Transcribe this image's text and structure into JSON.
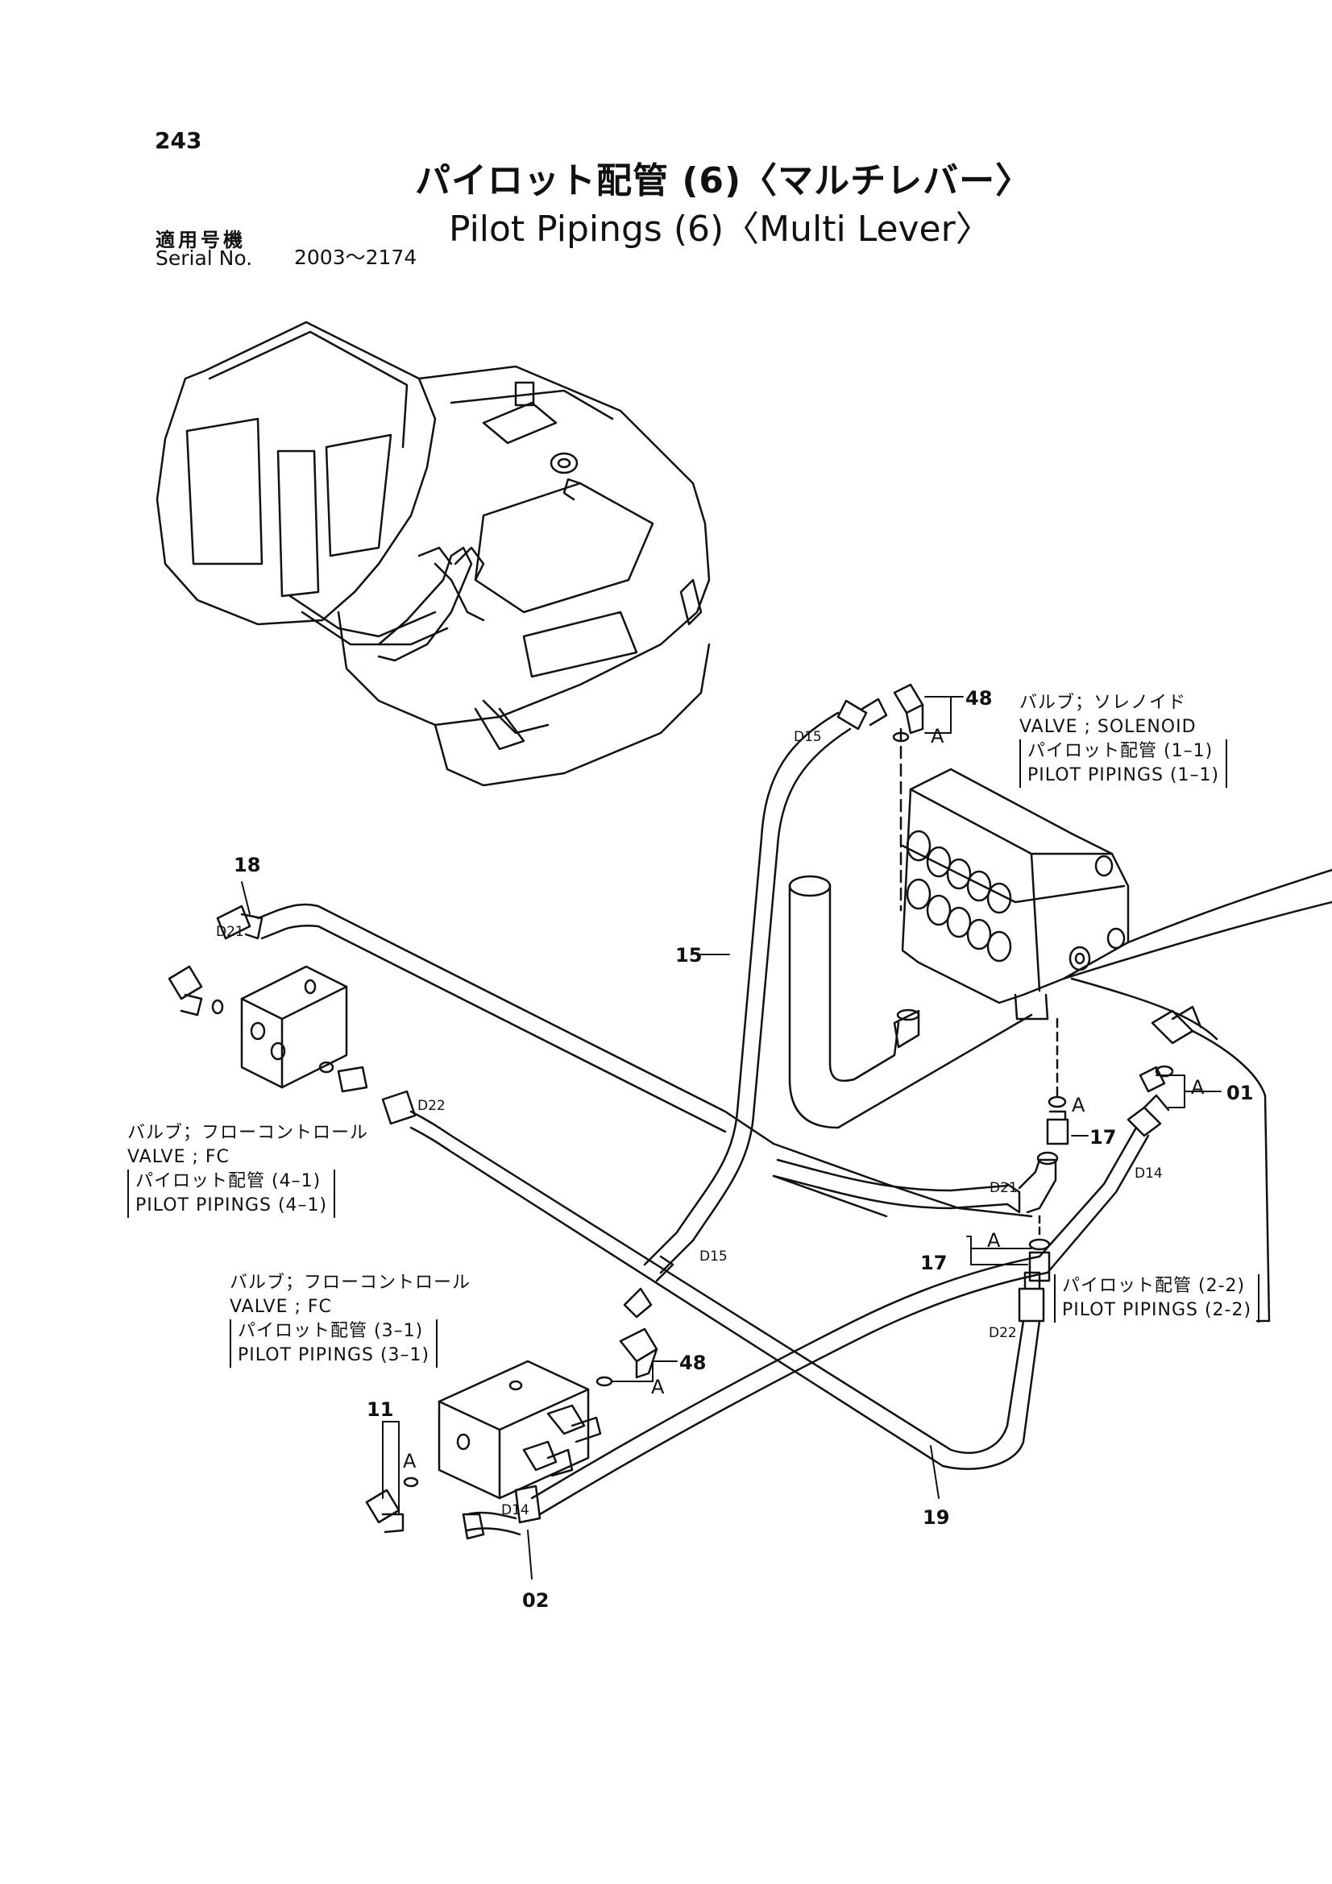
{
  "page": {
    "number": "243",
    "title_jp": "パイロット配管 (6)〈マルチレバー〉",
    "title_en": "Pilot Pipings (6)〈Multi Lever〉",
    "serial_label_jp": "適用号機",
    "serial_label_en": "Serial No.",
    "serial_range": "2003～2174"
  },
  "notes": {
    "solenoid": {
      "jp": "バルブ；ソレノイド",
      "en": "VALVE ; SOLENOID",
      "ref_jp": "パイロット配管 (1–1)",
      "ref_en": "PILOT  PIPINGS (1–1)"
    },
    "fc_upper": {
      "jp": "バルブ；フローコントロール",
      "en": "VALVE ; FC",
      "ref_jp": "パイロット配管 (4–1)",
      "ref_en": "PILOT  PIPINGS (4–1)"
    },
    "fc_lower": {
      "jp": "バルブ；フローコントロール",
      "en": "VALVE ; FC",
      "ref_jp": "パイロット配管 (3–1)",
      "ref_en": "PILOT  PIPINGS (3–1)"
    },
    "pp22": {
      "ref_jp": "パイロット配管 (2-2)",
      "ref_en": "PILOT  PIPINGS (2-2)"
    }
  },
  "callouts": {
    "p48_top": "48",
    "p48_bottom": "48",
    "p18": "18",
    "p15": "15",
    "p01": "01",
    "p17_right": "17",
    "p17_left": "17",
    "p19": "19",
    "p11": "11",
    "p02": "02"
  },
  "hose_codes": {
    "d15_top": "D15",
    "d15_mid": "D15",
    "d21_left": "D21",
    "d21_right": "D21",
    "d22_left": "D22",
    "d22_right": "D22",
    "d14_right": "D14",
    "d14_bottom": "D14"
  },
  "o_ring_marks": {
    "a_48_top": "A",
    "a_01": "A",
    "a_17_right": "A",
    "a_17_left": "A",
    "a_48_bottom": "A",
    "a_11": "A"
  }
}
